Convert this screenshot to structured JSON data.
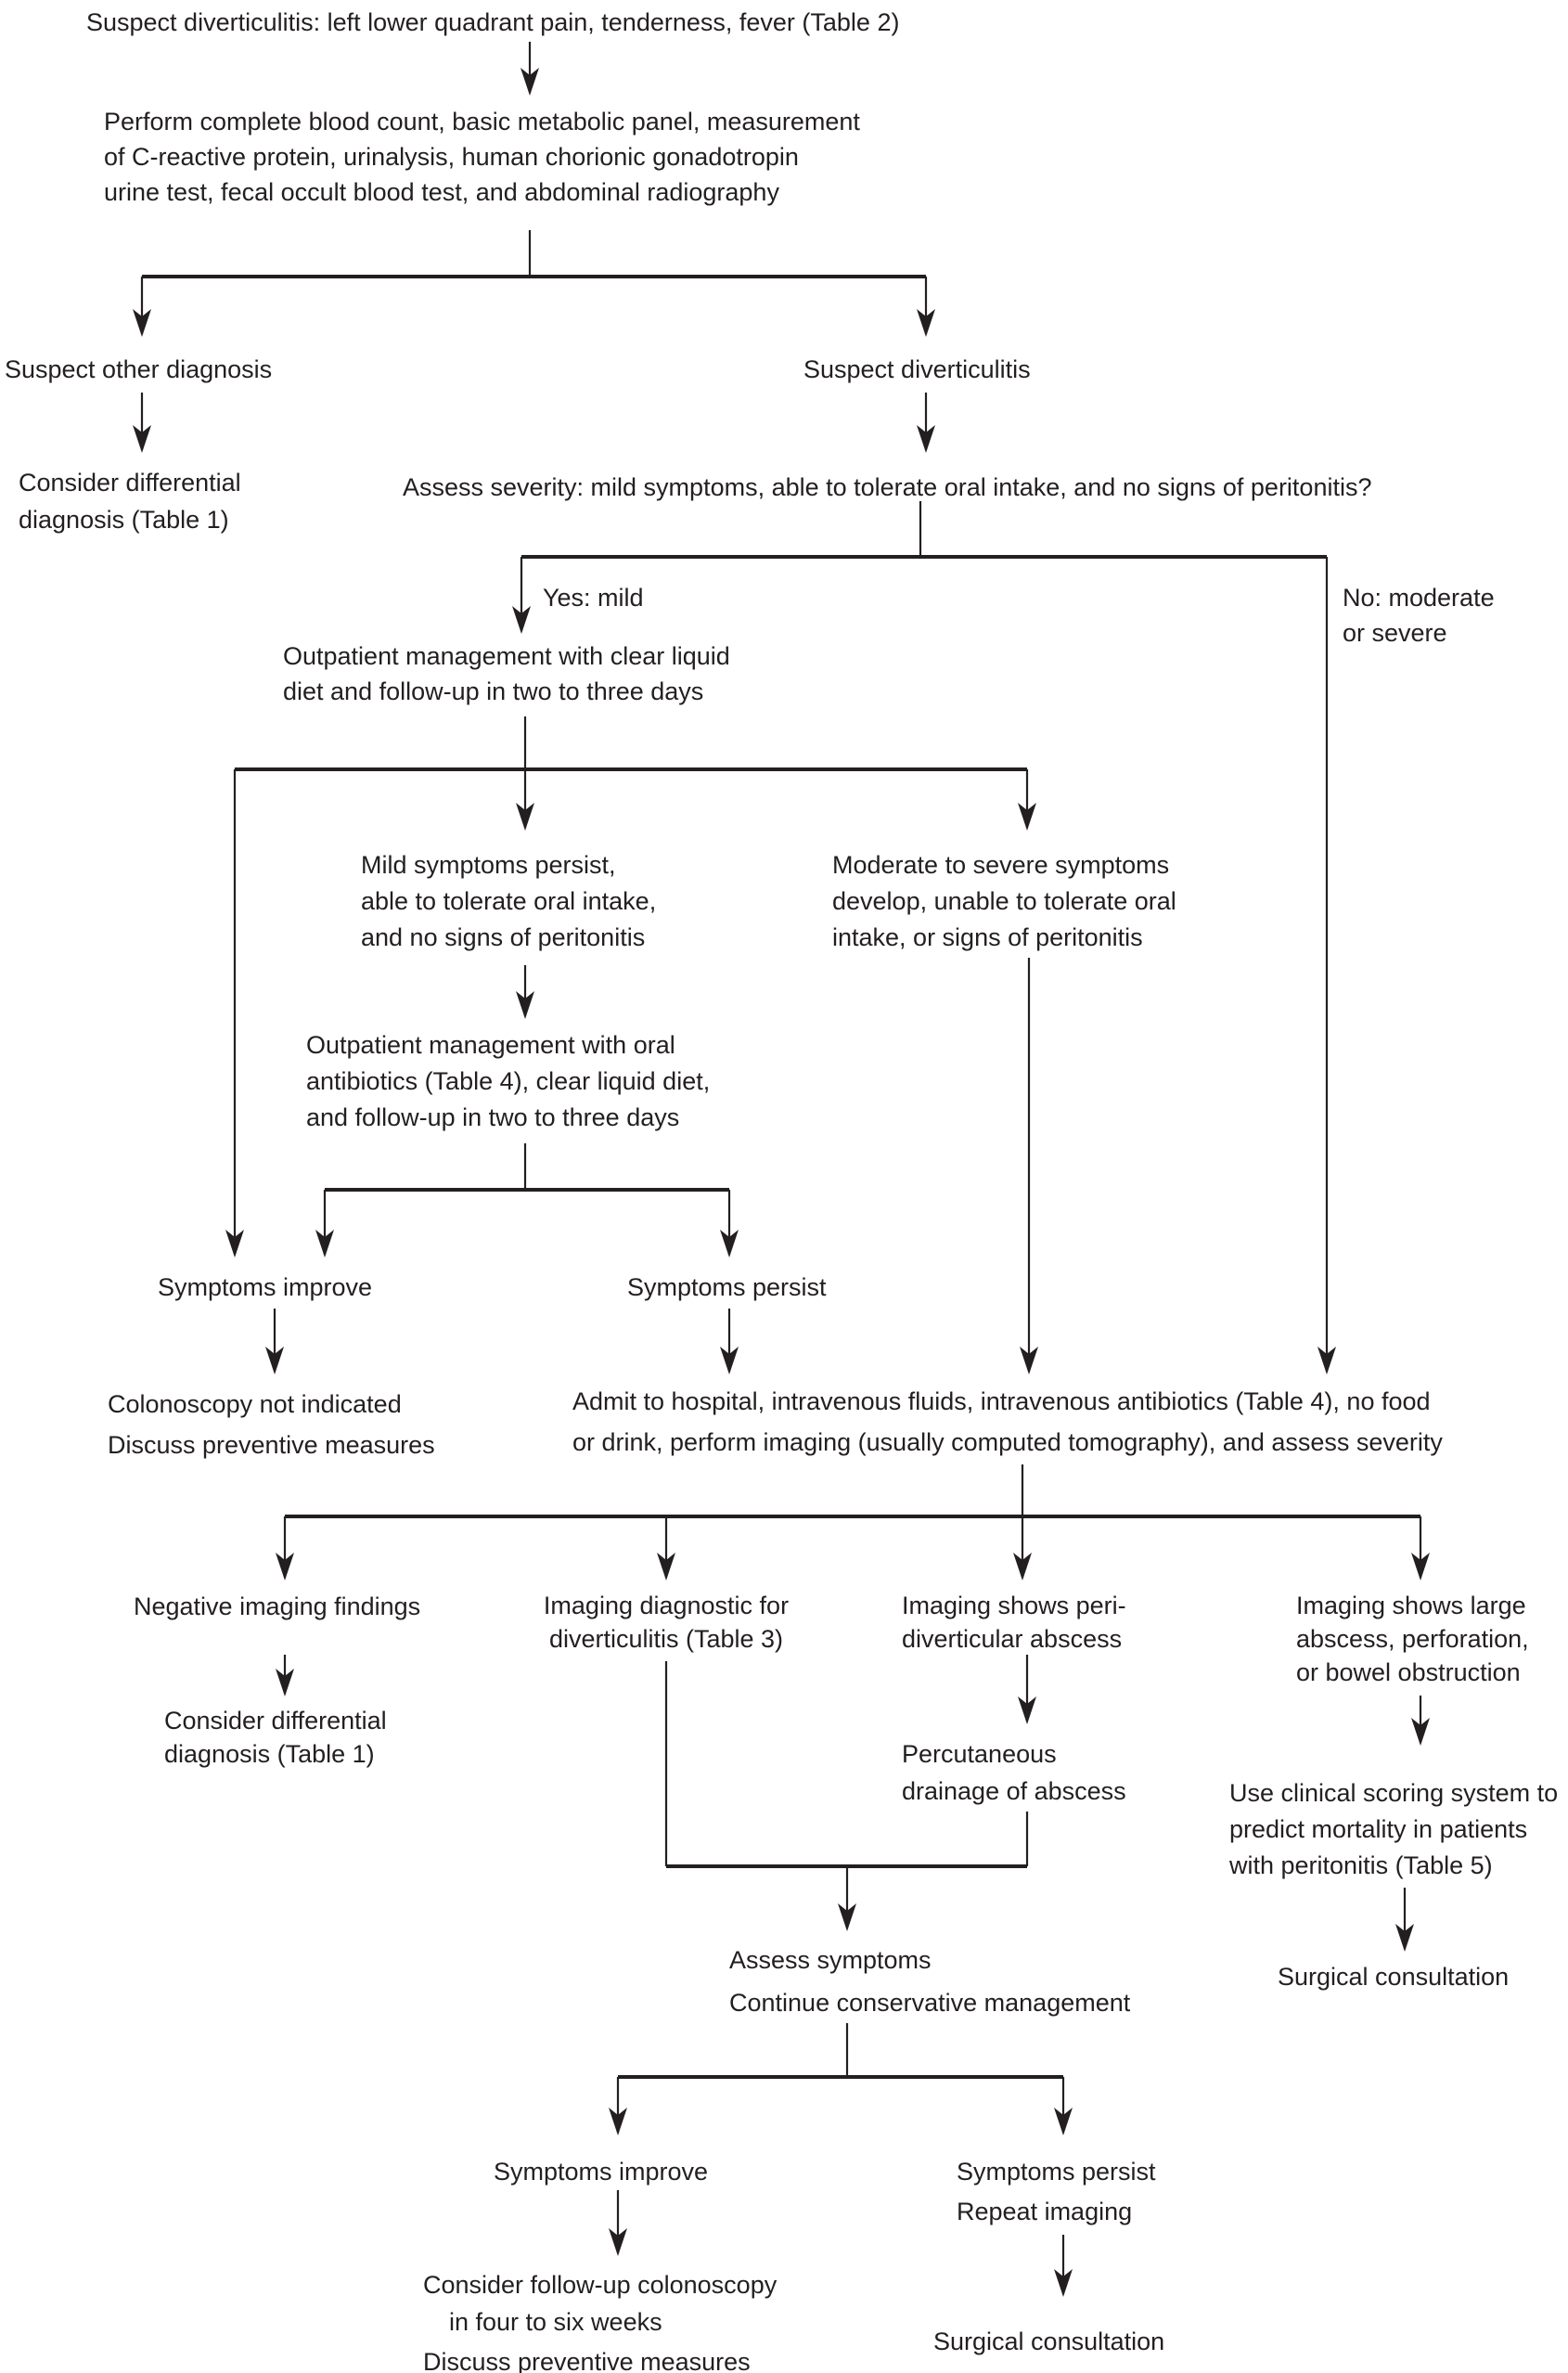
{
  "figure": {
    "background": "#ffffff",
    "text_color": "#231f20",
    "line_color": "#231f20"
  },
  "nodes": {
    "suspect_initial": "Suspect diverticulitis: left lower quadrant pain, tenderness, fever (Table 2)",
    "workup": "Perform complete blood count, basic metabolic panel, measurement\nof C-reactive protein, urinalysis, human chorionic gonadotropin\nurine test, fecal occult blood test, and abdominal radiography",
    "suspect_other_diagnosis": "Suspect other diagnosis",
    "suspect_diverticulitis": "Suspect diverticulitis",
    "consider_differential_1": "Consider differential\ndiagnosis (Table 1)",
    "assess_severity": "Assess severity: mild symptoms, able to tolerate oral intake, and no signs of peritonitis?",
    "yes_mild": "Yes: mild",
    "no_moderate_or_severe": "No: moderate\nor severe",
    "outpatient_clear_liquid": "Outpatient management with clear liquid\ndiet and follow-up in two to three days",
    "mild_symptoms_persist": "Mild symptoms persist,\nable to tolerate oral intake,\nand no signs of peritonitis",
    "moderate_severe_develop": "Moderate to severe symptoms\ndevelop, unable to tolerate oral\nintake, or signs of peritonitis",
    "outpatient_oral_antibiotics": "Outpatient management with oral\nantibiotics (Table 4), clear liquid diet,\nand follow-up in two to three days",
    "symptoms_improve_mid": "Symptoms improve",
    "symptoms_persist_mid": "Symptoms persist",
    "colonoscopy_not_indicated": "Colonoscopy not indicated",
    "discuss_preventive_mid": "Discuss preventive measures",
    "admit_hospital": "Admit to hospital, intravenous fluids, intravenous antibiotics (Table 4), no food\nor drink, perform imaging (usually computed tomography), and assess severity",
    "negative_imaging_findings": "Negative imaging findings",
    "imaging_diagnostic": "Imaging diagnostic for\ndiverticulitis (Table 3)",
    "imaging_peridiverticular_abscess": "Imaging shows peri-\ndiverticular abscess",
    "imaging_large_abscess": "Imaging shows large\nabscess, perforation,\nor bowel obstruction",
    "consider_differential_2": "Consider differential\ndiagnosis (Table 1)",
    "percutaneous_drainage": "Percutaneous\ndrainage of abscess",
    "clinical_scoring_system": "Use clinical scoring system to\npredict mortality in patients\nwith peritonitis (Table 5)",
    "assess_symptoms": "Assess symptoms",
    "continue_conservative": "Continue conservative management",
    "surgical_consultation_right": "Surgical consultation",
    "symptoms_improve_bottom": "Symptoms improve",
    "symptoms_persist_bottom": "Symptoms persist",
    "repeat_imaging": "Repeat imaging",
    "followup_colonoscopy_line1": "Consider follow-up colonoscopy",
    "followup_colonoscopy_line2": "in four to six weeks",
    "discuss_preventive_bottom": "Discuss preventive measures",
    "surgical_consultation_bottom": "Surgical consultation"
  }
}
